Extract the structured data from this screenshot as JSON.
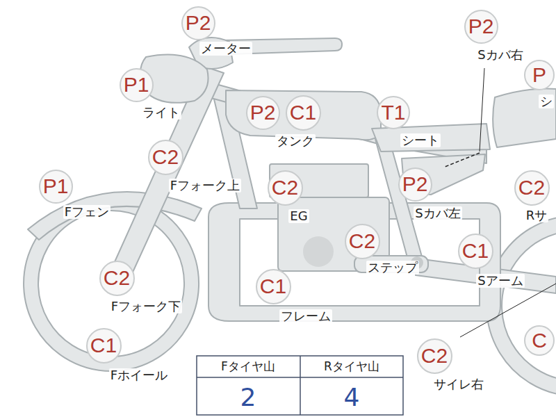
{
  "diagram": {
    "nodes": [
      {
        "text": [
          "P2"
        ]
      },
      {
        "text": [
          "P2"
        ]
      },
      {
        "text": [
          "P"
        ]
      },
      {
        "text": [
          "P1"
        ]
      },
      {
        "text": [
          "P2"
        ]
      },
      {
        "text": [
          "C1"
        ]
      },
      {
        "text": [
          "T1"
        ]
      },
      {
        "text": [
          "C2"
        ]
      },
      {
        "text": [
          "C2"
        ]
      },
      {
        "text": [
          "P2"
        ]
      },
      {
        "text": [
          "C2"
        ]
      },
      {
        "text": [
          "P1"
        ]
      },
      {
        "text": [
          "C2"
        ]
      },
      {
        "text": [
          "C1"
        ]
      },
      {
        "text": [
          "C2"
        ]
      },
      {
        "text": [
          "C1"
        ]
      },
      {
        "text": [
          "C"
        ]
      },
      {
        "text": [
          "C1"
        ]
      },
      {
        "text": [
          "C2"
        ]
      }
    ],
    "labels": [
      "メーター",
      "Sカバ右",
      "シ",
      "ライト",
      "タンク",
      "シート",
      "Fフォーク上",
      "EG",
      "Sカバ左",
      "Rサ",
      "Fフェン",
      "ステップ",
      "Sアーム",
      "Fフォーク下",
      "フレーム",
      "Fホイール",
      "サイレ右",
      "Fタイヤ山",
      "Rタイヤ山",
      "2",
      "4"
    ]
  }
}
